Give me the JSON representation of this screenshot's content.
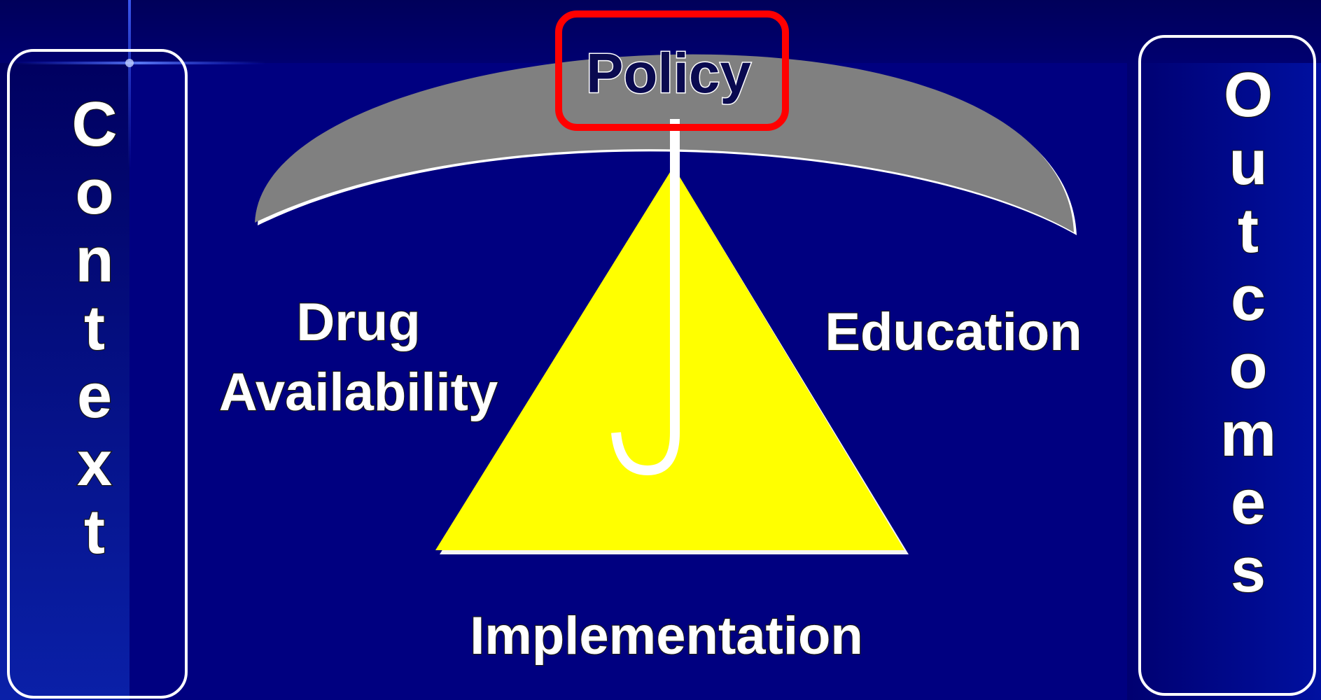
{
  "diagram": {
    "policy_label": "Policy",
    "context_label": "Context",
    "outcomes_label": "Outcomes",
    "left_label_line1": "Drug",
    "left_label_line2": "Availability",
    "right_label": "Education",
    "bottom_label": "Implementation"
  },
  "colors": {
    "background": "#000080",
    "umbrella_canopy": "#808080",
    "triangle": "#ffff00",
    "policy_frame": "#ff0000",
    "text": "#ffffff"
  }
}
